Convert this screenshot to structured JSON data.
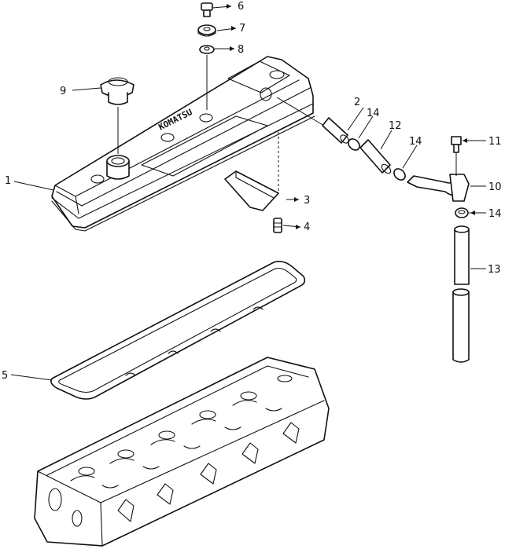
{
  "callouts": {
    "c1": "1",
    "c2": "2",
    "c3": "3",
    "c4": "4",
    "c5": "5",
    "c6": "6",
    "c7": "7",
    "c8": "8",
    "c9": "9",
    "c10": "10",
    "c11": "11",
    "c12": "12",
    "c13": "13",
    "c14a": "14",
    "c14b": "14",
    "c14c": "14"
  },
  "cover_embossing": "KOMATSU",
  "colors": {
    "line": "#111111",
    "background": "#ffffff"
  }
}
